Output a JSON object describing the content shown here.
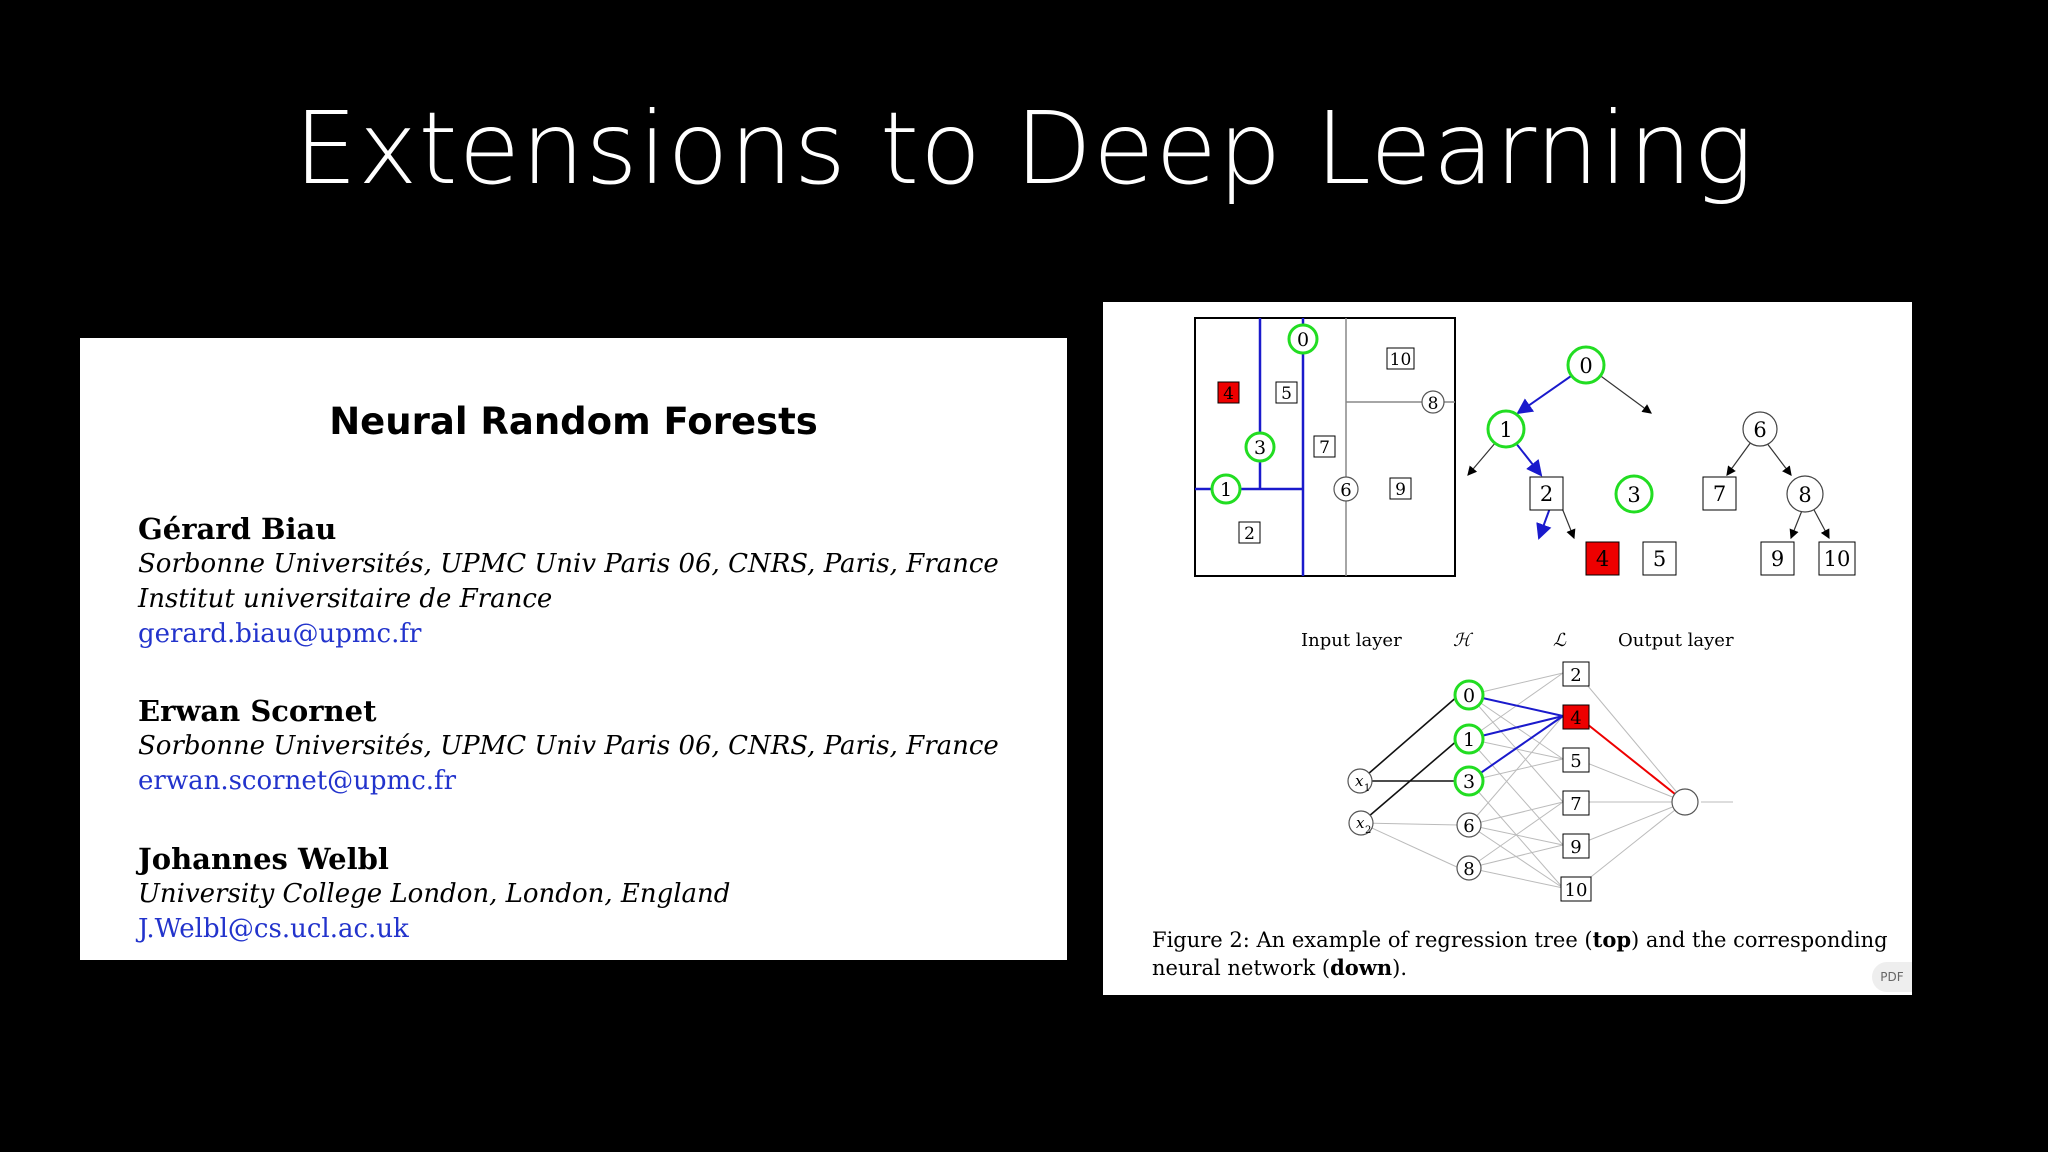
{
  "slide": {
    "title": "Extensions to Deep Learning"
  },
  "paper": {
    "title": "Neural Random Forests",
    "authors": [
      {
        "name": "Gérard Biau",
        "affiliations": [
          "Sorbonne Universités, UPMC Univ Paris 06, CNRS, Paris, France",
          "Institut universitaire de France"
        ],
        "email": "gerard.biau@upmc.fr"
      },
      {
        "name": "Erwan Scornet",
        "affiliations": [
          "Sorbonne Universités, UPMC Univ Paris 06, CNRS, Paris, France"
        ],
        "email": "erwan.scornet@upmc.fr"
      },
      {
        "name": "Johannes Welbl",
        "affiliations": [
          "University College London, London, England"
        ],
        "email": "J.Welbl@cs.ucl.ac.uk"
      }
    ]
  },
  "figure": {
    "partition_labels": [
      "0",
      "4",
      "5",
      "3",
      "7",
      "1",
      "6",
      "9",
      "2",
      "10",
      "8"
    ],
    "tree_nodes": [
      "0",
      "1",
      "6",
      "2",
      "3",
      "7",
      "8",
      "4",
      "5",
      "9",
      "10"
    ],
    "network": {
      "input_layer_label": "Input layer",
      "h_label": "ℋ",
      "l_label": "ℒ",
      "output_layer_label": "Output layer",
      "inputs": [
        "x",
        "x"
      ],
      "input_subscripts": [
        "1",
        "2"
      ],
      "hidden_nodes": [
        "0",
        "1",
        "3",
        "6",
        "8"
      ],
      "leaf_nodes": [
        "2",
        "4",
        "5",
        "7",
        "9",
        "10"
      ]
    },
    "caption_prefix": "Figure 2:  An example of regression tree (",
    "caption_top": "top",
    "caption_middle": ") and the corresponding neural network (",
    "caption_down": "down",
    "caption_suffix": ").",
    "colors": {
      "green": "#22dd22",
      "blue": "#1a1acc",
      "red": "#ee0000"
    },
    "badge": "PDF"
  }
}
